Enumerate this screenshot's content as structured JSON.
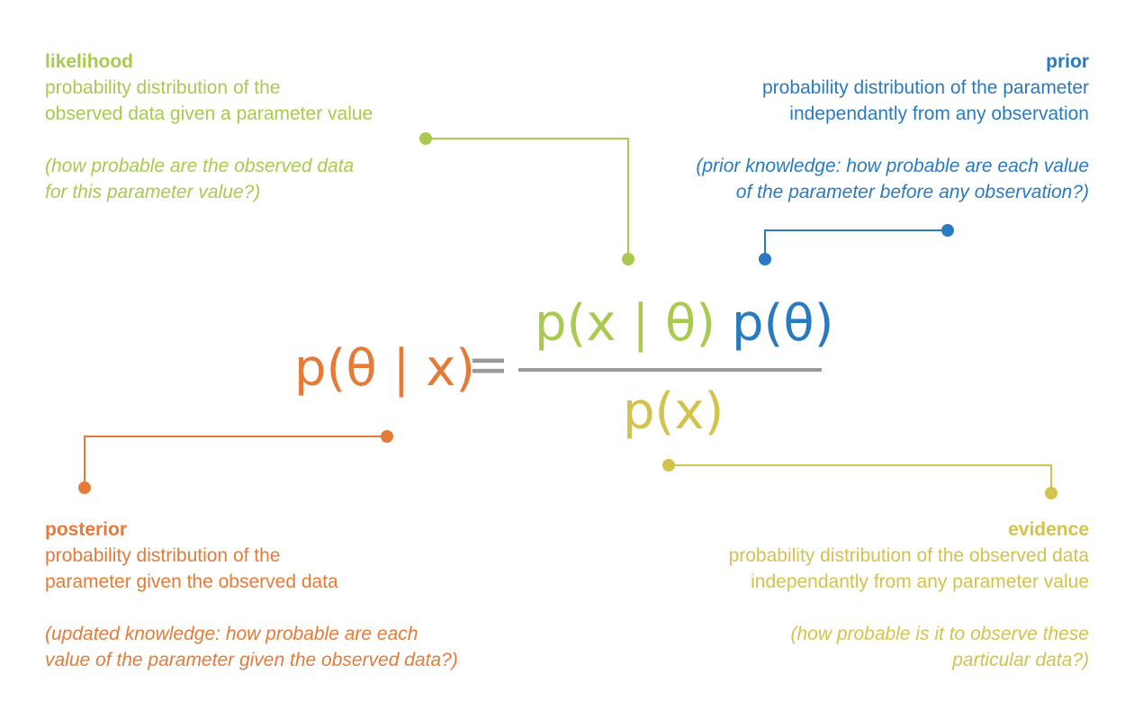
{
  "colors": {
    "likelihood": "#a9c94f",
    "prior": "#2a7abf",
    "posterior": "#e47b39",
    "evidence": "#d3c24c",
    "fraction_bar": "#999999"
  },
  "likelihood": {
    "title": "likelihood",
    "description": "probability distribution of the\nobserved data given a parameter value",
    "note": "(how probable are the observed data\nfor this parameter value?)"
  },
  "prior": {
    "title": "prior",
    "description": "probability distribution of the parameter\nindependantly from any observation",
    "note": "(prior knowledge: how probable are each value\nof the parameter before any observation?)"
  },
  "posterior": {
    "title": "posterior",
    "description": "probability distribution of the\nparameter given the observed data",
    "note": "(updated knowledge: how probable are each\nvalue of the parameter given the observed  data?)"
  },
  "evidence": {
    "title": "evidence",
    "description": "probability distribution of the observed data\nindependantly from any parameter value",
    "note": "(how probable is it to observe these\nparticular data?)"
  },
  "equation": {
    "lhs": "p(θ | x)",
    "equals": "=",
    "numerator_likelihood": "p(x | θ)",
    "numerator_prior": "p(θ)",
    "denominator": "p(x)"
  }
}
